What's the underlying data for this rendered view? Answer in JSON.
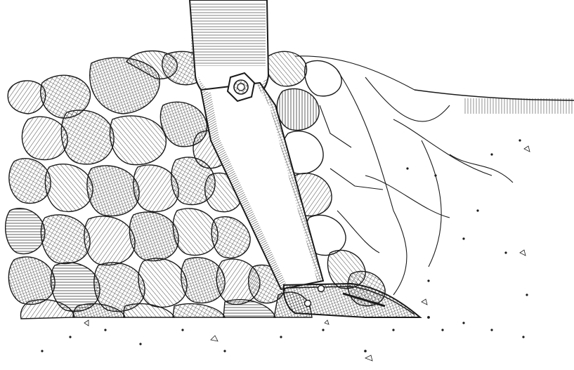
{
  "image": {
    "kind": "pen-and-ink illustration",
    "colors": {
      "ink": "#1a1a1a",
      "paper": "#ffffff"
    },
    "subjects": [
      "ripper-shank",
      "bolt",
      "ripper-tip",
      "broken-rock",
      "compacted-soil",
      "ground-surface"
    ]
  }
}
